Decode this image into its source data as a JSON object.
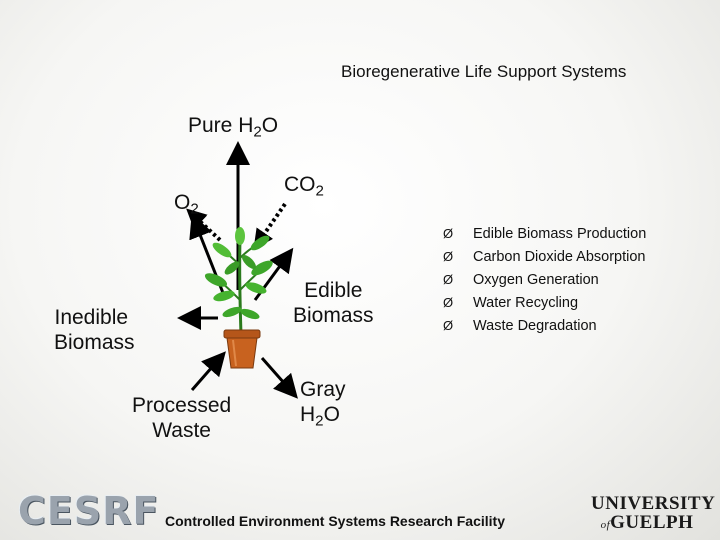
{
  "title": "Bioregenerative Life Support Systems",
  "labels": {
    "pure_water": {
      "main": "Pure H",
      "sub": "2",
      "tail": "O"
    },
    "oxygen": {
      "main": "O",
      "sub": "2"
    },
    "carbon_dioxide": {
      "main": "CO",
      "sub": "2"
    },
    "inedible_line1": "Inedible",
    "inedible_line2": "Biomass",
    "edible_line1": "Edible",
    "edible_line2": "Biomass",
    "processed_line1": "Processed",
    "processed_line2": "Waste",
    "gray_line1": "Gray",
    "gray_line2": {
      "main": "H",
      "sub": "2",
      "tail": "O"
    }
  },
  "bullet_marker": "Ø",
  "bullets": [
    "Edible Biomass Production",
    "Carbon Dioxide Absorption",
    "Oxygen Generation",
    "Water Recycling",
    "Waste Degradation"
  ],
  "footer": "Controlled Environment Systems Research Facility",
  "logos": {
    "left_text": "CESRF",
    "right_line1": "UNIVERSITY",
    "right_of": "of",
    "right_line2": "GUELPH"
  },
  "colors": {
    "leaf": "#3ea62a",
    "stem": "#2b7a1d",
    "pot": "#c8621f",
    "arrow": "#000000"
  }
}
